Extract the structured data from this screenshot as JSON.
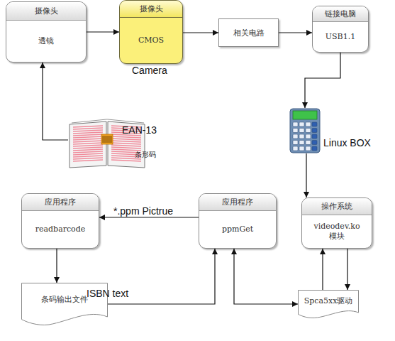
{
  "diagram": {
    "nodes": [
      {
        "text": [
          "摄像头",
          "透镜"
        ]
      },
      {
        "text": [
          "摄像头",
          "CMOS"
        ]
      },
      {
        "text": [
          "相关电路"
        ]
      },
      {
        "text": [
          "链接电脑",
          "USB1.1"
        ]
      },
      {
        "text": [
          "EAN-13",
          "条形码"
        ]
      },
      {
        "text": [
          "Linux BOX"
        ]
      },
      {
        "text": [
          "应用程序",
          "readbarcode"
        ]
      },
      {
        "text": [
          "应用程序",
          "ppmGet"
        ]
      },
      {
        "text": [
          "操作系统",
          "videodev.ko 模块"
        ]
      },
      {
        "text": [
          "条码输出文件"
        ]
      },
      {
        "text": [
          "Spca5xx驱动"
        ]
      }
    ],
    "edges": [
      {
        "from": 0,
        "to": 1,
        "arrow": "to"
      },
      {
        "from": 1,
        "to": 2,
        "arrow": "to"
      },
      {
        "from": 2,
        "to": 3,
        "arrow": "to"
      },
      {
        "from": 3,
        "to": 5,
        "arrow": "to"
      },
      {
        "from": 4,
        "to": 0,
        "arrow": "to"
      },
      {
        "from": 5,
        "to": 8,
        "arrow": "to"
      },
      {
        "from": 7,
        "to": 6,
        "label": "*.ppm Pictrue",
        "arrow": "to"
      },
      {
        "from": 6,
        "to": 9,
        "arrow": "to"
      },
      {
        "from": 9,
        "to": 7,
        "label": "ISBN text",
        "arrow": "to"
      },
      {
        "from": 7,
        "to": 10,
        "arrow": "both"
      },
      {
        "from": 10,
        "to": 8,
        "arrow": "to"
      },
      {
        "from": 8,
        "to": 10,
        "arrow": "to"
      }
    ],
    "labels": [
      "Camera"
    ]
  }
}
